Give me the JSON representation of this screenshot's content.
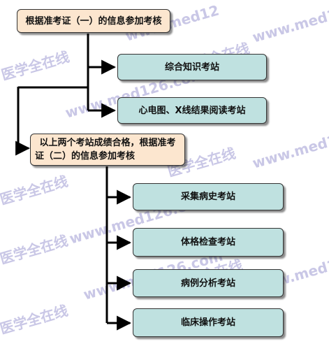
{
  "watermark": {
    "cn": "医学全在线",
    "url": "www.med126.com",
    "url_fragment_1": "www.med12",
    "url_fragment_2": "www.med126.com"
  },
  "diagram": {
    "step1": "根据准考证（一）的信息参加考核",
    "stations_first": [
      "综合知识考站",
      "心电图、X线结果阅读考站"
    ],
    "step2_line1": "以上两个考站成绩合格，根据准考",
    "step2_line2": "证（二）的信息参加考核",
    "stations_second": [
      "采集病史考站",
      "体格检查考站",
      "病例分析考站",
      "临床操作考站"
    ]
  },
  "colors": {
    "peach": "#fce6cf",
    "teal": "#bfe1e0",
    "watermark": "#c9c7e6"
  }
}
